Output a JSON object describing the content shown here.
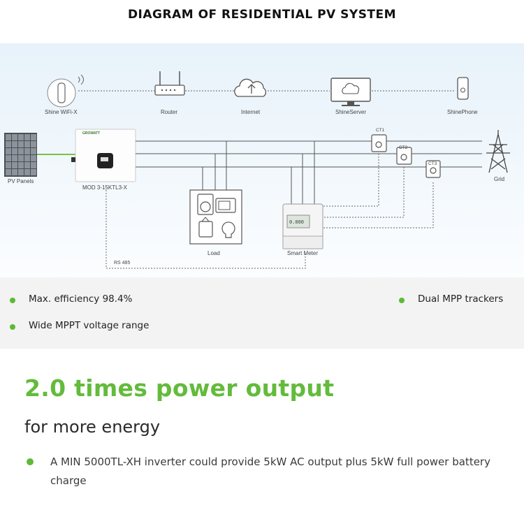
{
  "title": "DIAGRAM OF RESIDENTIAL PV SYSTEM",
  "diagram": {
    "devices": {
      "shine_wifi": "Shine WiFi-X",
      "router": "Router",
      "internet": "Internet",
      "shine_server": "ShineServer",
      "shine_phone": "ShinePhone",
      "pv_panels": "PV Panels",
      "inverter": "MOD 3-15KTL3-X",
      "inverter_brand": "GROWATT",
      "grid": "Grid",
      "load": "Load",
      "smart_meter": "Smart Meter",
      "ct1": "CT1",
      "ct2": "CT2",
      "ct3": "CT3",
      "rs485": "RS 485"
    },
    "meter_screen": "0.000"
  },
  "features": {
    "left": [
      "Max. efficiency 98.4%",
      "Wide MPPT voltage range"
    ],
    "right": [
      "Dual MPP trackers"
    ]
  },
  "headline": "2.0 times power output",
  "subheadline": "for more energy",
  "description": "A MIN 5000TL-XH inverter could provide 5kW AC output plus 5kW full power battery charge",
  "colors": {
    "accent_green": "#63bb3c",
    "bullet_green": "#5fb936"
  }
}
